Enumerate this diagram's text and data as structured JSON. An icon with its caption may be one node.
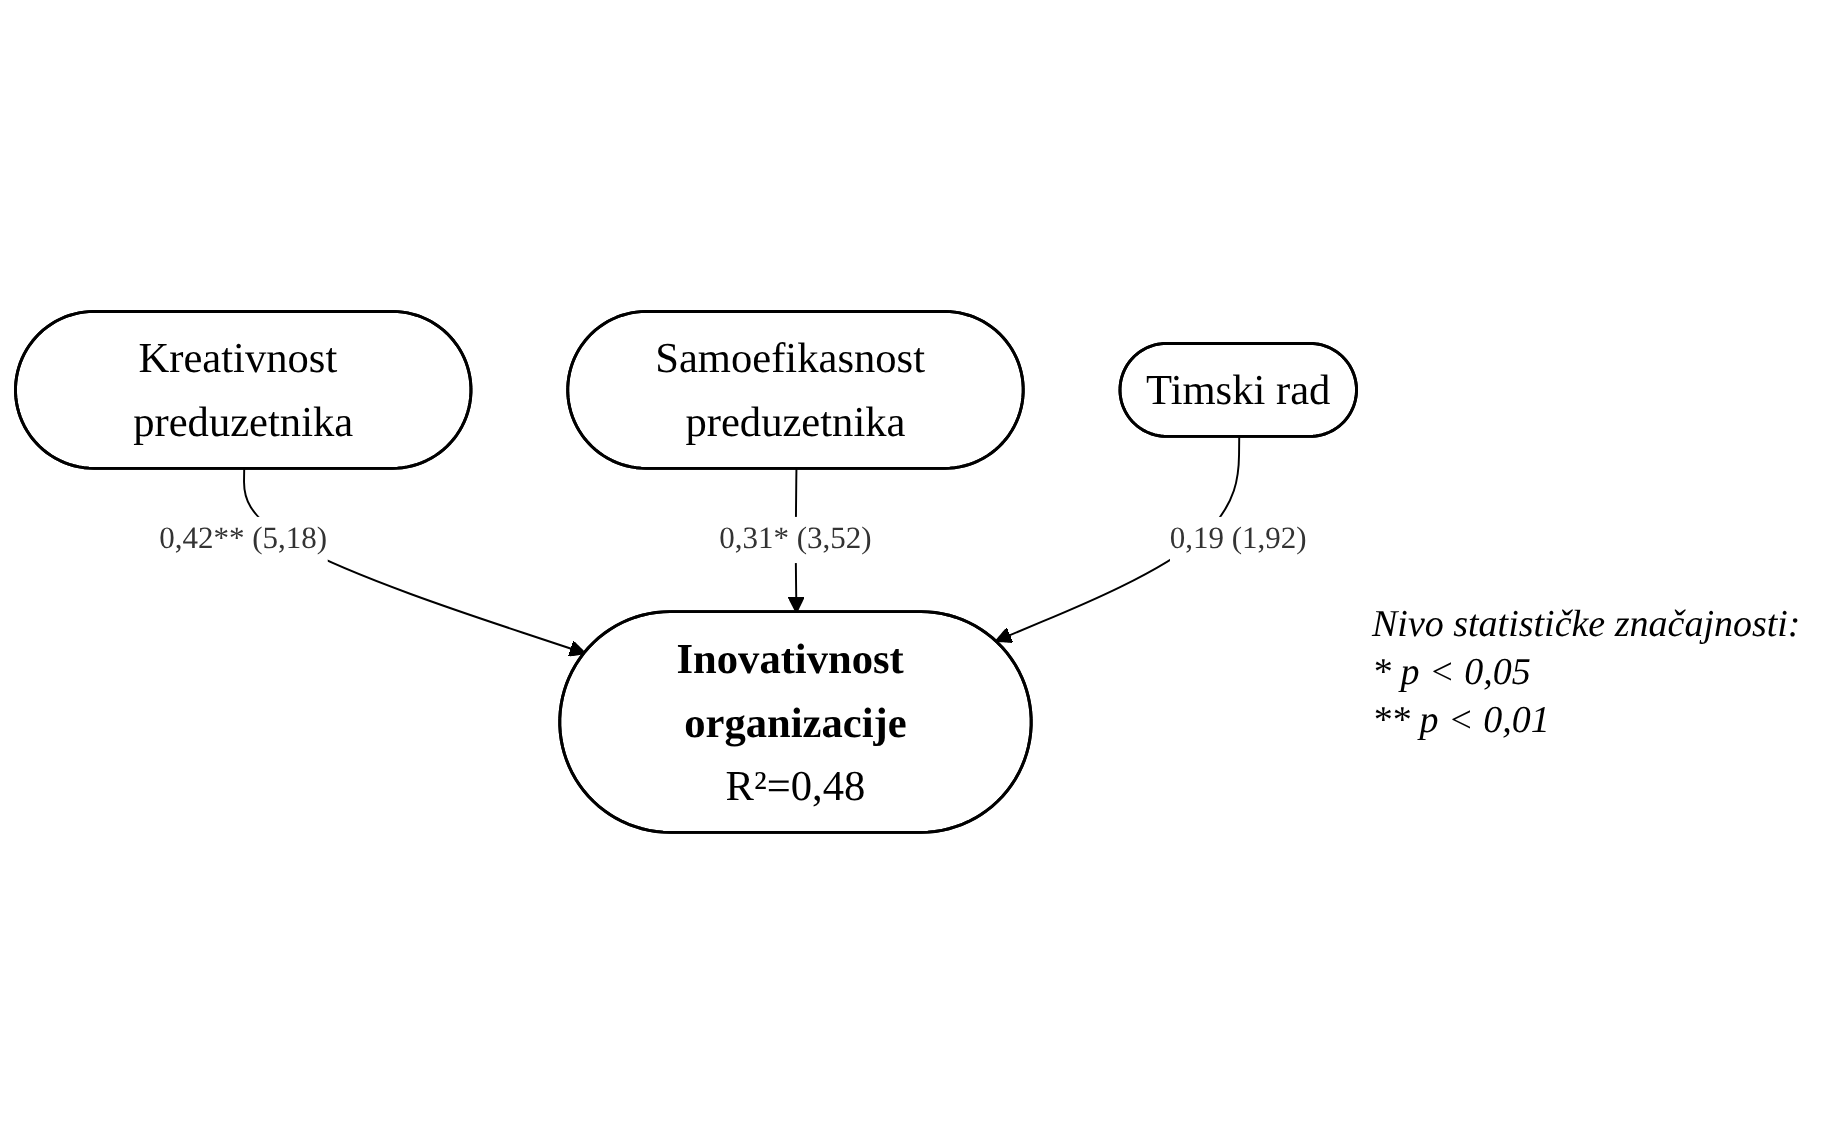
{
  "diagram": {
    "nodes": [
      {
        "text": [
          "Kreativnost preduzetnika"
        ]
      },
      {
        "text": [
          "Samoefikasnost preduzetnika"
        ]
      },
      {
        "text": [
          "Inovativnost organizacije",
          "R²=0,48"
        ]
      },
      {
        "text": [
          "Timski rad"
        ]
      }
    ],
    "edges": [
      {
        "from": 0,
        "to": 2,
        "arrow": "to",
        "label": "0,42** (5,18)"
      },
      {
        "from": 1,
        "to": 2,
        "arrow": "to",
        "label": "0,31* (3,52)"
      },
      {
        "from": 3,
        "to": 2,
        "arrow": "to",
        "label": "0,19 (1,92)"
      }
    ],
    "labels": [
      "Nivo statističke značajnosti:",
      "* p < 0,05",
      "** p < 0,01"
    ]
  }
}
